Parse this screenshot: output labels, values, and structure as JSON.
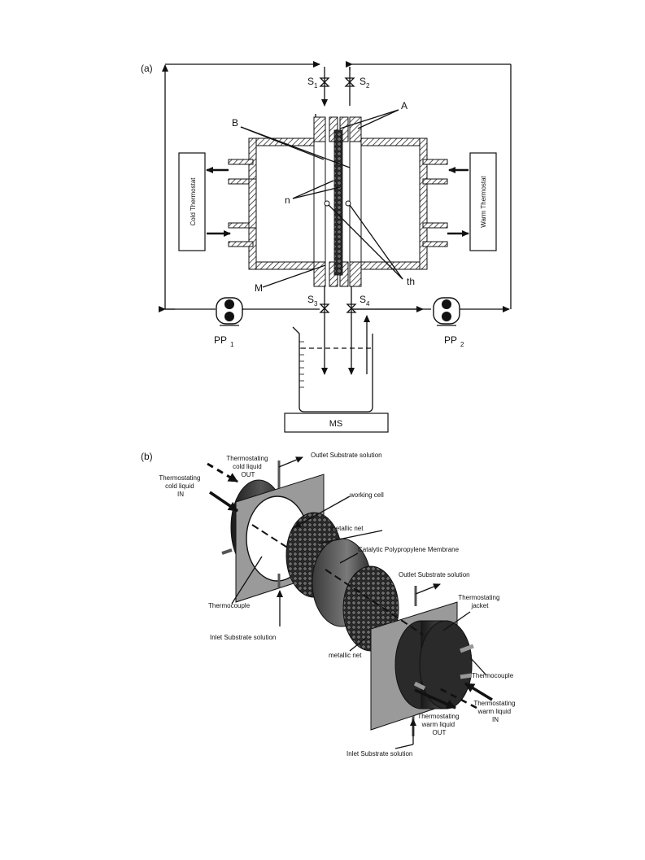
{
  "panel_a": {
    "label": "(a)",
    "valves": {
      "s1": "S",
      "s1_sub": "1",
      "s2": "S",
      "s2_sub": "2",
      "s3": "S",
      "s3_sub": "3",
      "s4": "S",
      "s4_sub": "4"
    },
    "callouts": {
      "a": "A",
      "b": "B",
      "n": "n",
      "m": "M",
      "th": "th"
    },
    "cold_thermostat": "Cold Thermostat",
    "warm_thermostat": "Warm Thermostat",
    "pumps": {
      "pp1": "PP",
      "pp1_sub": "1",
      "pp2": "PP",
      "pp2_sub": "2"
    },
    "ms": "MS"
  },
  "panel_b": {
    "label": "(b)",
    "labels": {
      "cold_out": [
        "Thermostating",
        "cold liquid",
        "OUT"
      ],
      "cold_in": [
        "Thermostating",
        "cold liquid",
        "IN"
      ],
      "outlet_top": "Outlet Substrate solution",
      "working_cell": "working cell",
      "metallic_net_top": "metallic net",
      "membrane": "Catalytic Polypropylene Membrane",
      "outlet_mid": "Outlet Substrate solution",
      "jacket": [
        "Thermostating",
        "jacket"
      ],
      "thermocouple_left": "Thermocouple",
      "inlet_left": "Inlet Substrate solution",
      "metallic_net_bottom": "metallic net",
      "thermocouple_right": "Thermocouple",
      "warm_in": [
        "Thermostating",
        "warm liquid",
        "IN"
      ],
      "warm_out": [
        "Thermostating",
        "warm liquid",
        "OUT"
      ],
      "inlet_bottom": "Inlet Substrate solution"
    }
  }
}
